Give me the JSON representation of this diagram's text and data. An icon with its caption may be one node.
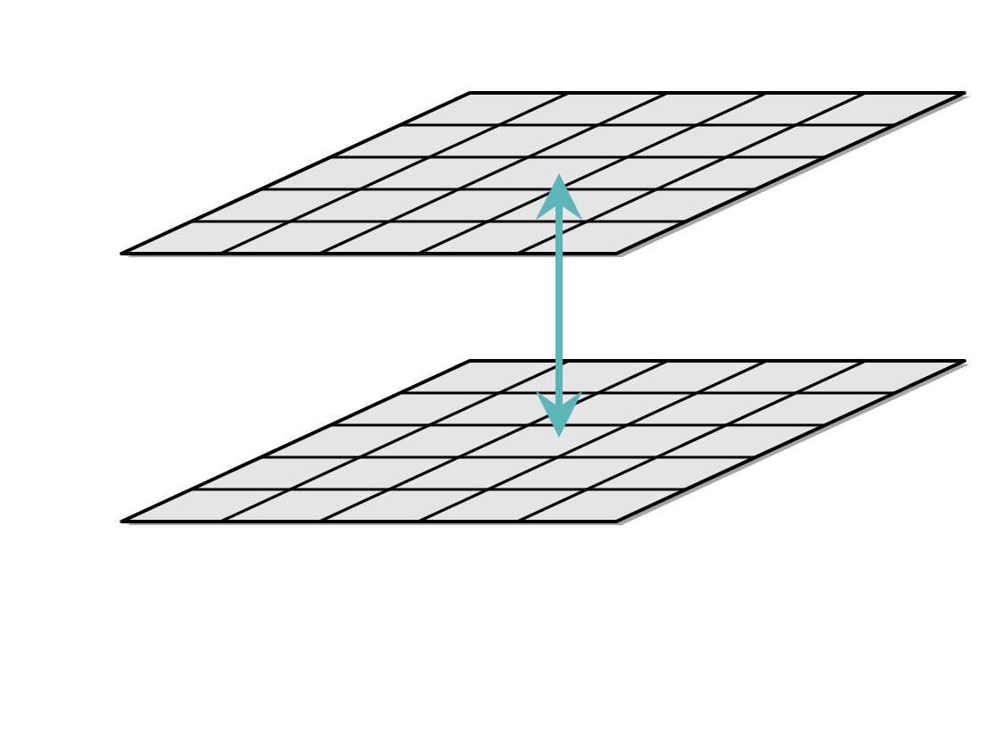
{
  "diagram": {
    "nodes": [
      {
        "text": [],
        "shape": "grid"
      },
      {
        "text": [],
        "shape": "grid"
      }
    ],
    "edges": [
      {
        "from": 0,
        "to": 1,
        "arrow": "both",
        "color": "#5bb5b9"
      }
    ]
  }
}
